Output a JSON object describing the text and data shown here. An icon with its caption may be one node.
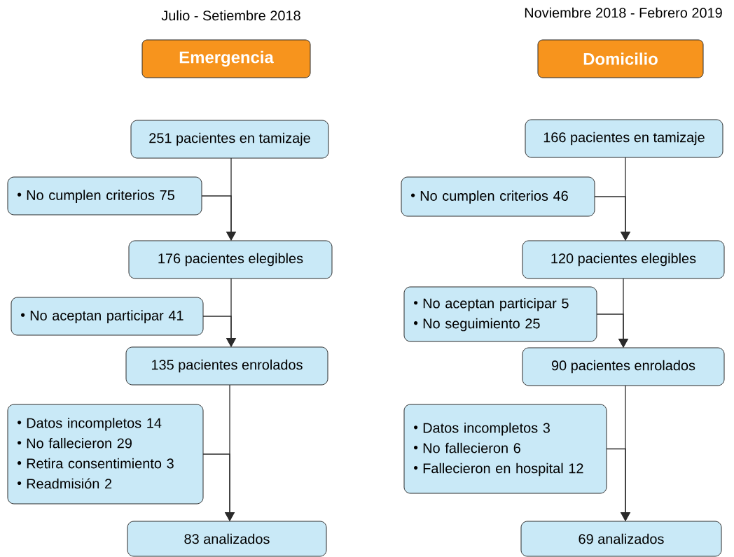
{
  "diagram": {
    "nodes": [
      {
        "text": [
          "Emergencia"
        ],
        "beside": [
          "Julio - Setiembre 2018"
        ]
      },
      {
        "text": [
          "251 pacientes en tamizaje"
        ]
      },
      {
        "text": [
          "No cumplen criterios 75"
        ]
      },
      {
        "text": [
          "176 pacientes elegibles"
        ]
      },
      {
        "text": [
          "No aceptan participar 41"
        ]
      },
      {
        "text": [
          "135 pacientes enrolados"
        ]
      },
      {
        "text": [
          "Datos incompletos 14",
          "No fallecieron 29",
          "Retira consentimiento 3",
          "Readmisión 2"
        ]
      },
      {
        "text": [
          "83 analizados"
        ]
      },
      {
        "text": [
          "Domicilio"
        ],
        "beside": [
          "Noviembre 2018 - Febrero 2019"
        ]
      },
      {
        "text": [
          "166 pacientes en tamizaje"
        ]
      },
      {
        "text": [
          "No cumplen criterios 46"
        ]
      },
      {
        "text": [
          "120 pacientes elegibles"
        ]
      },
      {
        "text": [
          "No aceptan participar 5",
          "No seguimiento 25"
        ]
      },
      {
        "text": [
          "90 pacientes enrolados"
        ]
      },
      {
        "text": [
          "Datos incompletos 3",
          "No fallecieron 6",
          "Fallecieron en hospital 12"
        ]
      },
      {
        "text": [
          "69 analizados"
        ]
      }
    ],
    "edges": [
      {
        "from": 1,
        "to": 3,
        "arrow": "to"
      },
      {
        "from": 2,
        "to": 3,
        "arrow": "to"
      },
      {
        "from": 3,
        "to": 5,
        "arrow": "to"
      },
      {
        "from": 4,
        "to": 5,
        "arrow": "to"
      },
      {
        "from": 5,
        "to": 7,
        "arrow": "to"
      },
      {
        "from": 6,
        "to": 7,
        "arrow": "to"
      },
      {
        "from": 9,
        "to": 11,
        "arrow": "to"
      },
      {
        "from": 10,
        "to": 11,
        "arrow": "to"
      },
      {
        "from": 11,
        "to": 13,
        "arrow": "to"
      },
      {
        "from": 12,
        "to": 13,
        "arrow": "to"
      },
      {
        "from": 13,
        "to": 15,
        "arrow": "to"
      },
      {
        "from": 14,
        "to": 15,
        "arrow": "to"
      }
    ]
  }
}
